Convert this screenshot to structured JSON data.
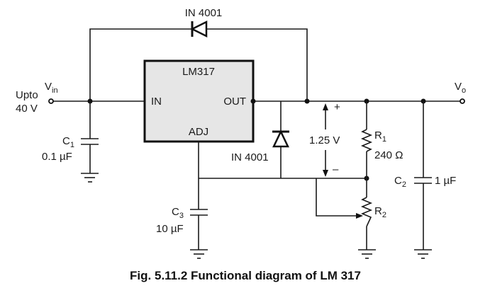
{
  "diagram": {
    "title": "Functional diagram of LM 317",
    "caption": "Fig. 5.11.2 Functional diagram of LM 317",
    "ic": {
      "name": "LM317",
      "pins": {
        "in": "IN",
        "out": "OUT",
        "adj": "ADJ"
      },
      "fill": "#e6e6e6"
    },
    "input": {
      "label": "V",
      "subscript": "in",
      "note_line1": "Upto",
      "note_line2": "40 V"
    },
    "output": {
      "label": "V",
      "subscript": "o"
    },
    "components": {
      "c1": {
        "name": "C",
        "sub": "1",
        "value": "0.1 µF"
      },
      "c2": {
        "name": "C",
        "sub": "2",
        "value": "1 µF"
      },
      "c3": {
        "name": "C",
        "sub": "3",
        "value": "10 µF"
      },
      "r1": {
        "name": "R",
        "sub": "1",
        "value": "240 Ω"
      },
      "r2": {
        "name": "R",
        "sub": "2"
      },
      "d_top": {
        "name": "IN 4001"
      },
      "d_mid": {
        "name": "IN 4001"
      }
    },
    "reference_voltage": {
      "value": "1.25 V",
      "plus": "+",
      "minus": "–"
    }
  }
}
